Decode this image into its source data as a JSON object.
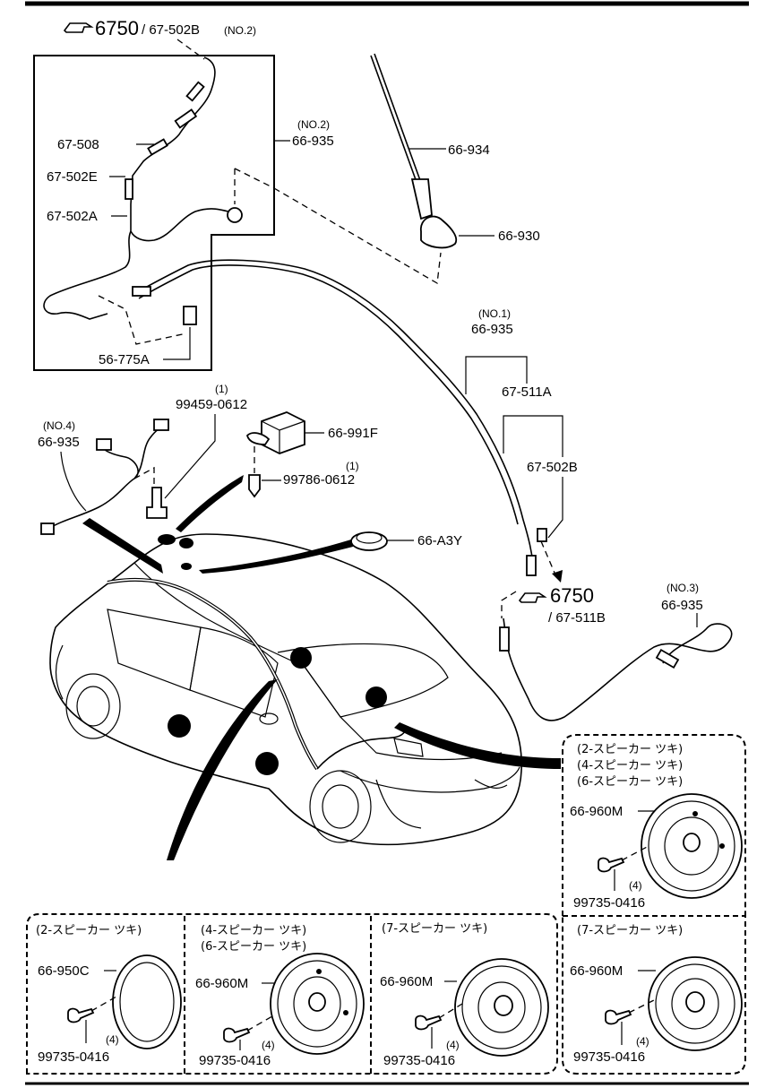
{
  "header_ref": {
    "page": "6750",
    "ref": "/ 67-502B",
    "note": "(NO.2)"
  },
  "labels": {
    "p67_508": "67-508",
    "p67_502E": "67-502E",
    "p67_502A": "67-502A",
    "p56_775A": "56-775A",
    "no2_note": "(NO.2)",
    "p66_935_no2": "66-935",
    "p66_934": "66-934",
    "p66_930": "66-930",
    "no1_note": "(NO.1)",
    "p66_935_no1": "66-935",
    "p67_511A": "67-511A",
    "p67_502B": "67-502B",
    "no4_note": "(NO.4)",
    "p66_935_no4": "66-935",
    "qty_99459": "(1)",
    "p99459": "99459-0612",
    "p66_991F": "66-991F",
    "qty_99786": "(1)",
    "p99786": "99786-0612",
    "p66_A3Y": "66-A3Y",
    "ref2_page": "6750",
    "ref2_sub": "/ 67-511B",
    "no3_note": "(NO.3)",
    "p66_935_no3": "66-935"
  },
  "speaker_panels": {
    "right_top": {
      "captions": [
        "(2-スピーカー  ツキ)",
        "(4-スピーカー  ツキ)",
        "(6-スピーカー  ツキ)"
      ],
      "part": "66-960M",
      "screw": "99735-0416",
      "qty": "(4)"
    },
    "right_bottom": {
      "captions": [
        "(7-スピーカー  ツキ)"
      ],
      "part": "66-960M",
      "screw": "99735-0416",
      "qty": "(4)"
    },
    "panel_1": {
      "captions": [
        "(2-スピーカー  ツキ)"
      ],
      "part": "66-950C",
      "screw": "99735-0416",
      "qty": "(4)"
    },
    "panel_2": {
      "captions": [
        "(4-スピーカー  ツキ)",
        "(6-スピーカー  ツキ)"
      ],
      "part": "66-960M",
      "screw": "99735-0416",
      "qty": "(4)"
    },
    "panel_3": {
      "captions": [
        "(7-スピーカー  ツキ)"
      ],
      "part": "66-960M",
      "screw": "99735-0416",
      "qty": "(4)"
    }
  }
}
